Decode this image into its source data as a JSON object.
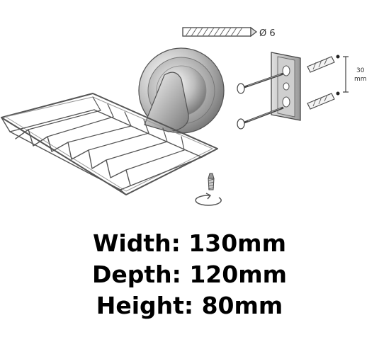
{
  "diagram": {
    "drill_label": "Ø 6",
    "spacing_value": "30",
    "spacing_unit": "mm"
  },
  "specs": {
    "width": "Width: 130mm",
    "depth": "Depth: 120mm",
    "height": "Height: 80mm"
  },
  "colors": {
    "text": "#000000",
    "line": "#444444",
    "metal_light": "#eeeeee",
    "metal_dark": "#7a7a7a"
  }
}
